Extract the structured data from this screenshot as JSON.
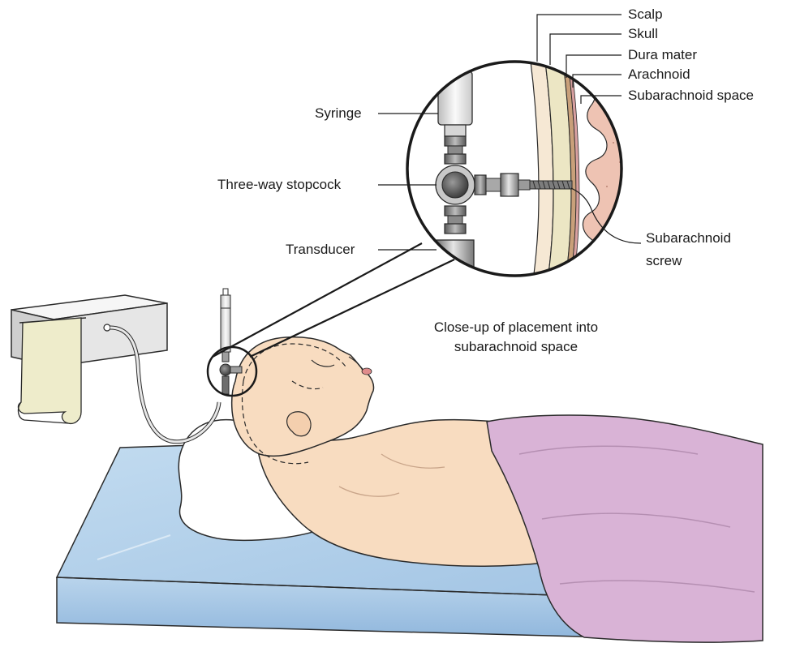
{
  "labels": {
    "scalp": "Scalp",
    "skull": "Skull",
    "dura_mater": "Dura mater",
    "arachnoid": "Arachnoid",
    "subarachnoid_space": "Subarachnoid space",
    "syringe": "Syringe",
    "three_way_stopcock": "Three-way stopcock",
    "transducer": "Transducer",
    "subarachnoid_screw_line1": "Subarachnoid",
    "subarachnoid_screw_line2": "screw"
  },
  "caption": {
    "line1": "Close-up of placement into",
    "line2": "subarachnoid space"
  },
  "colors": {
    "skin": "#f8dcc0",
    "brain": "#eec3b3",
    "sheet": "#d9b3d6",
    "mattress": "#a9cbe8",
    "pillow": "#ffffff",
    "monitor": "#eeeeee",
    "paper": "#eeeccb",
    "skull_bone": "#ece6c4",
    "dura": "#c9a07a"
  }
}
